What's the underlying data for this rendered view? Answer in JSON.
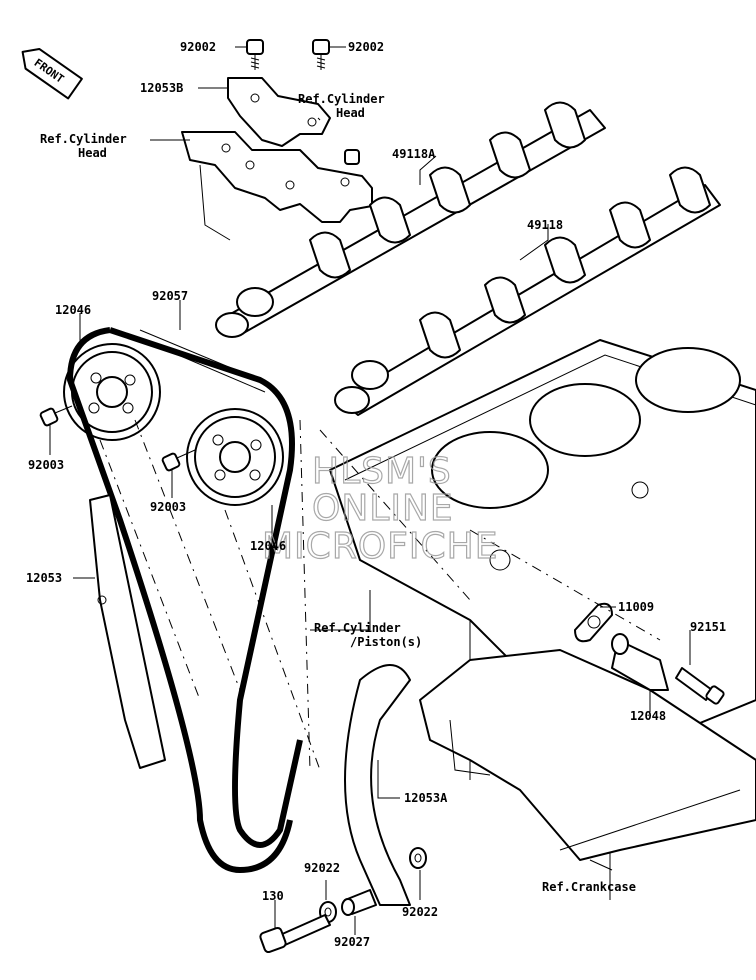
{
  "front_badge": "FRONT",
  "labels": {
    "p92002_left": "92002",
    "p92002_right": "92002",
    "p12053B": "12053B",
    "ref_cyl_head_top_1": "Ref.Cylinder",
    "ref_cyl_head_top_2": "Head",
    "ref_cyl_head_left_1": "Ref.Cylinder",
    "ref_cyl_head_left_2": "Head",
    "p49118A": "49118A",
    "p49118": "49118",
    "p92057": "92057",
    "p12046_top": "12046",
    "p92003_left": "92003",
    "p92003_mid": "92003",
    "p12046_mid": "12046",
    "p12053": "12053",
    "ref_cyl_piston_1": "Ref.Cylinder",
    "ref_cyl_piston_2": "/Piston(s)",
    "p11009": "11009",
    "p92151": "92151",
    "p12048": "12048",
    "p12053A": "12053A",
    "ref_crankcase": "Ref.Crankcase",
    "p92022_left": "92022",
    "p92022_right": "92022",
    "p130": "130",
    "p92027": "92027"
  },
  "watermark": {
    "line1": "HLSM'S",
    "line2": "ONLINE",
    "line3": "MICROFICHE"
  }
}
